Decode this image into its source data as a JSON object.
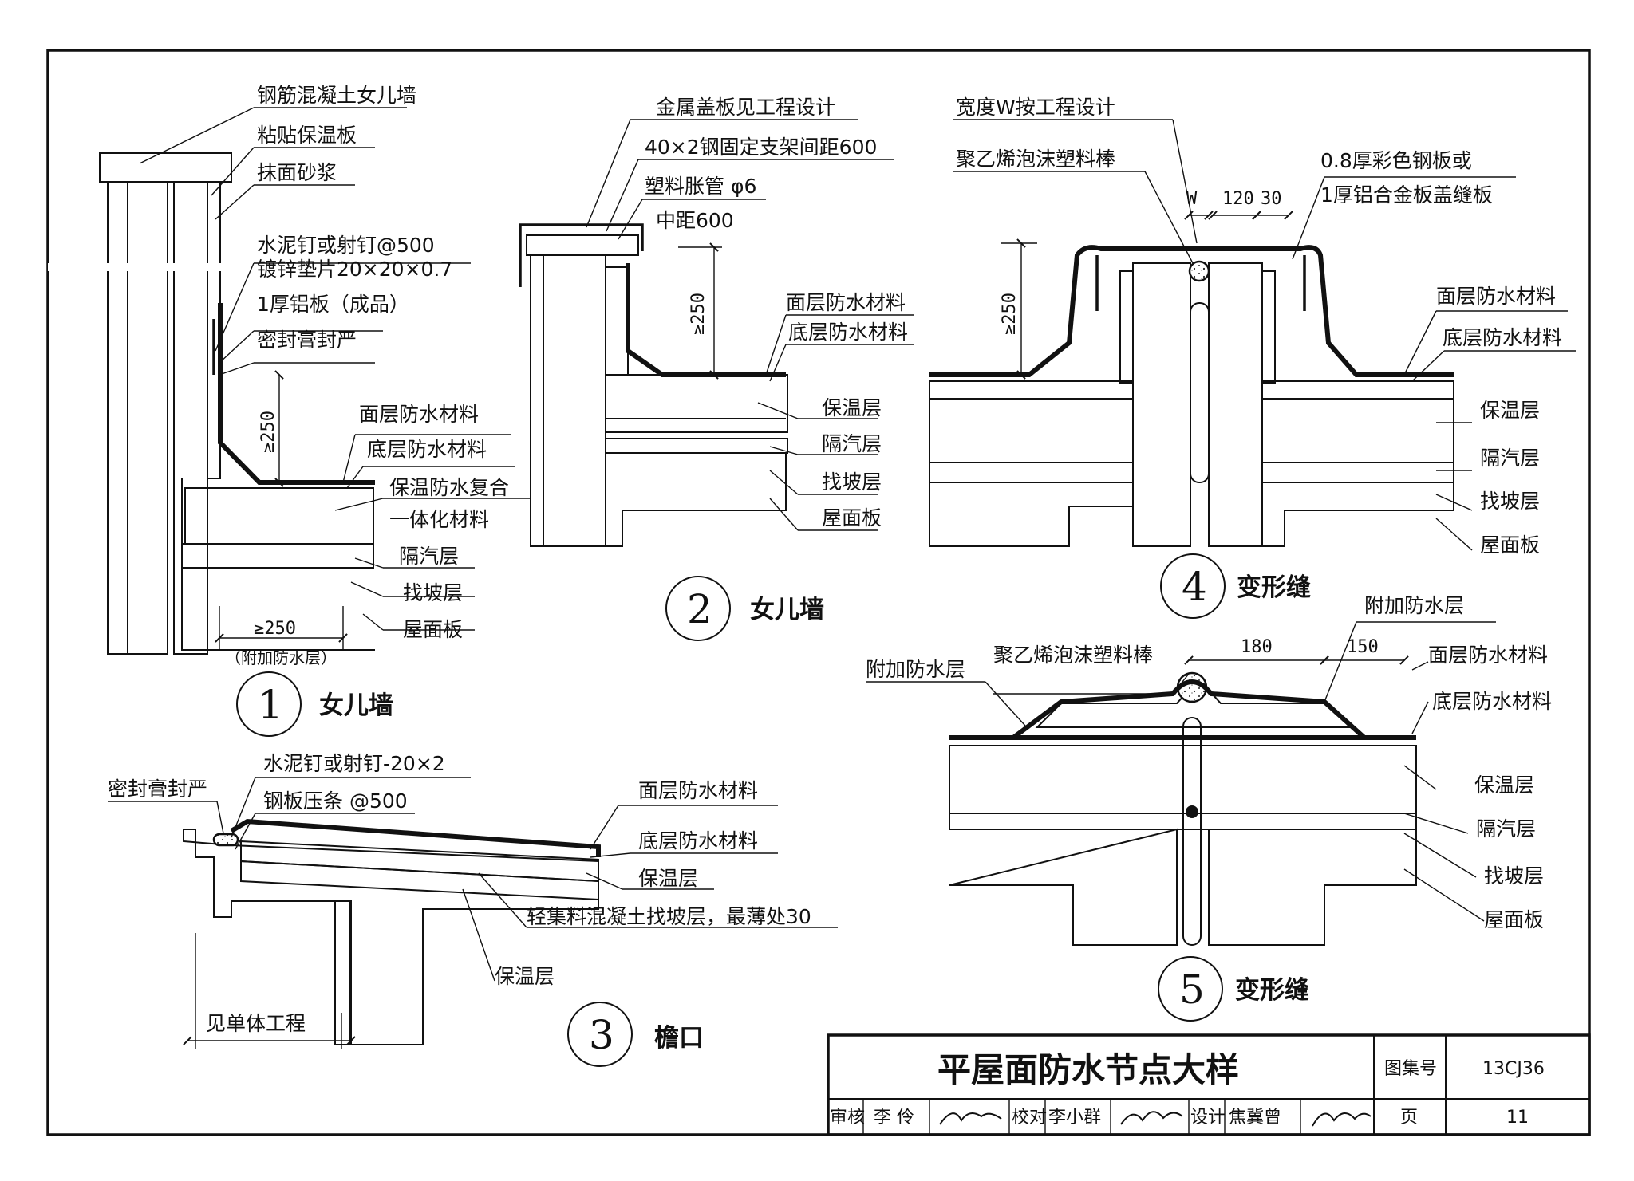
{
  "drawing": {
    "title": "平屋面防水节点大样",
    "atlas_label": "图集号",
    "atlas_no": "13CJ36",
    "page_label": "页",
    "page_no": "11",
    "review_label": "审核",
    "reviewer": "李 伶",
    "check_label": "校对",
    "checker": "李小群",
    "design_label": "设计",
    "designer": "焦冀曾"
  },
  "details": [
    {
      "num": "1",
      "caption": "女儿墙"
    },
    {
      "num": "2",
      "caption": "女儿墙"
    },
    {
      "num": "3",
      "caption": "檐口"
    },
    {
      "num": "4",
      "caption": "变形缝"
    },
    {
      "num": "5",
      "caption": "变形缝"
    }
  ],
  "d1": {
    "labels": [
      "钢筋混凝土女儿墙",
      "粘贴保温板",
      "抹面砂浆",
      "水泥钉或射钉@500",
      "镀锌垫片20×20×0.7",
      "1厚铝板（成品）",
      "密封膏封严",
      "面层防水材料",
      "底层防水材料",
      "保温防水复合",
      "一体化材料",
      "隔汽层",
      "找坡层",
      "屋面板"
    ],
    "dim_up": "≥250",
    "dim_bottom": "≥250",
    "dim_note": "（附加防水层）"
  },
  "d2": {
    "labels": [
      "金属盖板见工程设计",
      "40×2钢固定支架间距600",
      "塑料胀管 φ6",
      "中距600",
      "面层防水材料",
      "底层防水材料",
      "保温层",
      "隔汽层",
      "找坡层",
      "屋面板"
    ],
    "dim_up": "≥250"
  },
  "d3": {
    "labels": [
      "密封膏封严",
      "水泥钉或射钉-20×2",
      "钢板压条 @500",
      "面层防水材料",
      "底层防水材料",
      "保温层",
      "轻集料混凝土找坡层，最薄处30",
      "保温层",
      "见单体工程"
    ]
  },
  "d4": {
    "labels": [
      "宽度W按工程设计",
      "聚乙烯泡沫塑料棒",
      "0.8厚彩色钢板或",
      "1厚铝合金板盖缝板",
      "面层防水材料",
      "底层防水材料",
      "保温层",
      "隔汽层",
      "找坡层",
      "屋面板"
    ],
    "dim_w": "W",
    "dim_a": "120",
    "dim_b": "30",
    "dim_up": "≥250"
  },
  "d5": {
    "labels": [
      "附加防水层",
      "聚乙烯泡沫塑料棒",
      "附加防水层",
      "面层防水材料",
      "底层防水材料",
      "保温层",
      "隔汽层",
      "找坡层",
      "屋面板"
    ],
    "dim_a": "180",
    "dim_b": "150"
  }
}
